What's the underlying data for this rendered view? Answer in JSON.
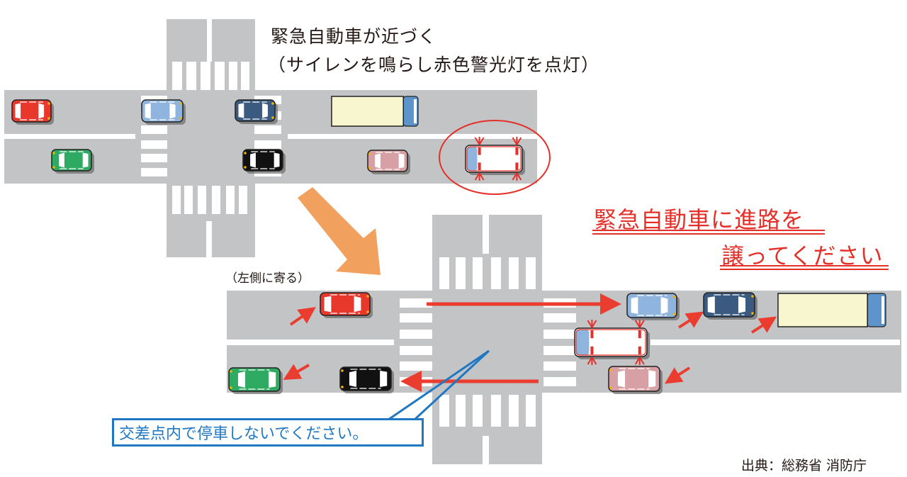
{
  "heading": {
    "line1": "緊急自動車が近づく",
    "line2": "（サイレンを鳴らし赤色警光灯を点灯）"
  },
  "instruction": {
    "line1": "緊急自動車に進路を",
    "line2": "譲ってください",
    "color": "#e5302a"
  },
  "side_note": "（左側に寄る）",
  "callout": {
    "text": "交差点内で停車しないでください。",
    "color": "#1f78c1"
  },
  "source": "出典：総務省 消防庁",
  "colors": {
    "road": "#c3c4c6",
    "lane_marking": "#ffffff",
    "transition_arrow": "#f2a05e",
    "motion_arrow": "#ea3d2f",
    "car_red": "#e8382c",
    "car_lightblue": "#8fb4dd",
    "car_navy": "#3b5a80",
    "car_green": "#2eaa62",
    "car_black": "#111111",
    "car_pink": "#d7a0a4",
    "truck_cargo": "#f7f6cf",
    "truck_cab": "#5e94cc",
    "ambulance_cab": "#8fb4dd"
  },
  "scenes": [
    {
      "name": "before",
      "vehicles": [
        "red-car",
        "light-blue-car",
        "navy-car",
        "truck",
        "green-car",
        "black-car",
        "pink-car",
        "ambulance"
      ]
    },
    {
      "name": "after",
      "vehicles": [
        "red-car",
        "light-blue-car",
        "navy-car",
        "truck",
        "green-car",
        "black-car",
        "pink-car",
        "ambulance"
      ]
    }
  ]
}
